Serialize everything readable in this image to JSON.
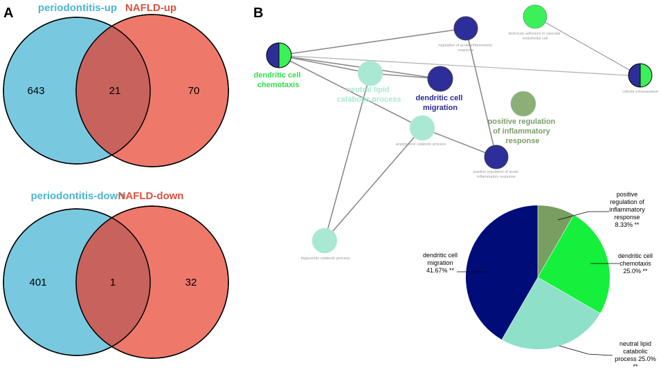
{
  "panels": {
    "a_letter": "A",
    "b_letter": "B"
  },
  "venn_up": {
    "left_title": "periodontitis-up",
    "right_title": "NAFLD-up",
    "left_only": "643",
    "intersection": "21",
    "right_only": "70"
  },
  "venn_down": {
    "left_title": "periodontitis-down",
    "right_title": "NAFLD-down",
    "left_only": "401",
    "intersection": "1",
    "right_only": "32"
  },
  "colors": {
    "venn_left": "#78c9df",
    "venn_right": "#ee796b",
    "venn_overlap": "#c8625d",
    "venn_left_title": "#4bb5d3",
    "venn_right_title": "#e0503c",
    "navy": "#2e2e9a",
    "green": "#3cf05a",
    "mint": "#a9e8d2",
    "olive": "#8caf78",
    "pie_navy": "#000c78",
    "pie_green": "#14f03c",
    "pie_mint": "#8ee0c8",
    "pie_olive": "#789e62"
  },
  "network": {
    "nodes": {
      "dendritic_cell_chemotaxis": "dendritic cell chemotaxis",
      "regulation_acute": "regulation of acute inflammatory response",
      "leukocyte_adhesion": "leukocyte adhesion to vascular endothelial cell",
      "cellular_extravasation": "cellular extravasation",
      "neutral_lipid": "neutral lipid catabolic process",
      "dendritic_cell_migration": "dendritic cell migration",
      "positive_regulation_inflammatory": "positive regulation of inflammatory response",
      "acylglycerol": "acylglycerol catabolic process",
      "positive_regulation_acute": "positive regulation of acute inflammatory response",
      "triglyceride": "triglyceride catabolic process"
    },
    "big_label_lines": {
      "chemotaxis": [
        "dendritic cell",
        "chemotaxis"
      ],
      "neutral_lipid": [
        "neutral lipid",
        "catabolic process"
      ],
      "migration": [
        "dendritic cell",
        "migration"
      ],
      "positive_regulation": [
        "positive regulation",
        "of inflammatory",
        "response"
      ]
    },
    "small_label_lines": {
      "regulation_acute": [
        "regulation of acute inflammatory",
        "response"
      ],
      "leukocyte_adhesion": [
        "leukocyte adhesion to vascular",
        "endothelial cell"
      ],
      "cellular_extravasation": [
        "cellular extravasation"
      ],
      "acylglycerol": [
        "acylglycerol catabolic process"
      ],
      "positive_regulation_acute": [
        "positive regulation of acute",
        "inflammatory response"
      ],
      "triglyceride": [
        "triglyceride catabolic process"
      ]
    }
  },
  "chart_data": {
    "type": "pie",
    "slices": [
      {
        "name": "positive regulation of inflammatory response",
        "value": 8.33,
        "label_lines": [
          "positive",
          "regulation of",
          "inflammatory",
          "response",
          "8.33% **"
        ],
        "color": "#789e62"
      },
      {
        "name": "dendritic cell chemotaxis",
        "value": 25.0,
        "label_lines": [
          "dendritic cell",
          "chemotaxis",
          "25.0% **"
        ],
        "color": "#14f03c"
      },
      {
        "name": "neutral lipid catabolic process",
        "value": 25.0,
        "label_lines": [
          "neutral lipid",
          "catabolic",
          "process 25.0%",
          "**"
        ],
        "color": "#8ee0c8"
      },
      {
        "name": "dendritic cell migration",
        "value": 41.67,
        "label_lines": [
          "dendritic cell",
          "migration",
          "41.67% **"
        ],
        "color": "#000c78"
      }
    ]
  }
}
